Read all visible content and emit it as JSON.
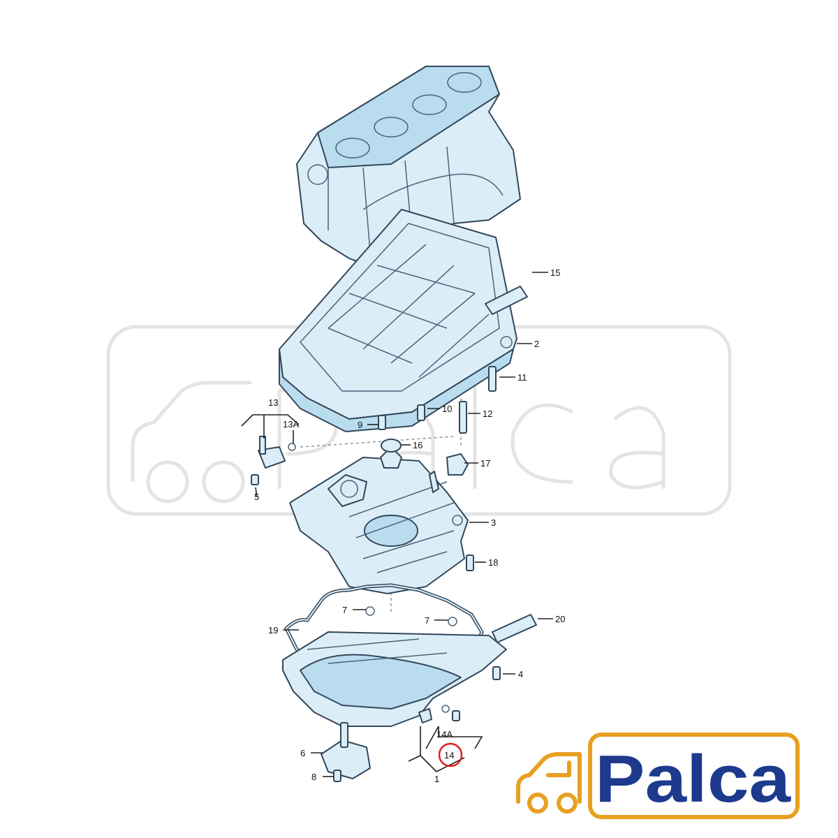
{
  "callouts": {
    "c1": "1",
    "c2": "2",
    "c3": "3",
    "c4": "4",
    "c5": "5",
    "c6": "6",
    "c7a": "7",
    "c7b": "7",
    "c8": "8",
    "c9": "9",
    "c10": "10",
    "c11": "11",
    "c12": "12",
    "c13": "13",
    "c13a": "13A",
    "c14": "14",
    "c14a": "14A",
    "c15": "15",
    "c16": "16",
    "c17": "17",
    "c18": "18",
    "c19": "19",
    "c20": "20"
  },
  "highlight": {
    "callout": "14",
    "color": "#e02020"
  },
  "logo": {
    "text": "Palca",
    "text_color": "#1d3a8c",
    "accent_color": "#e8a020",
    "icon": "car-icon"
  },
  "watermark": {
    "text": "Palca",
    "icon": "car-outline-icon"
  }
}
